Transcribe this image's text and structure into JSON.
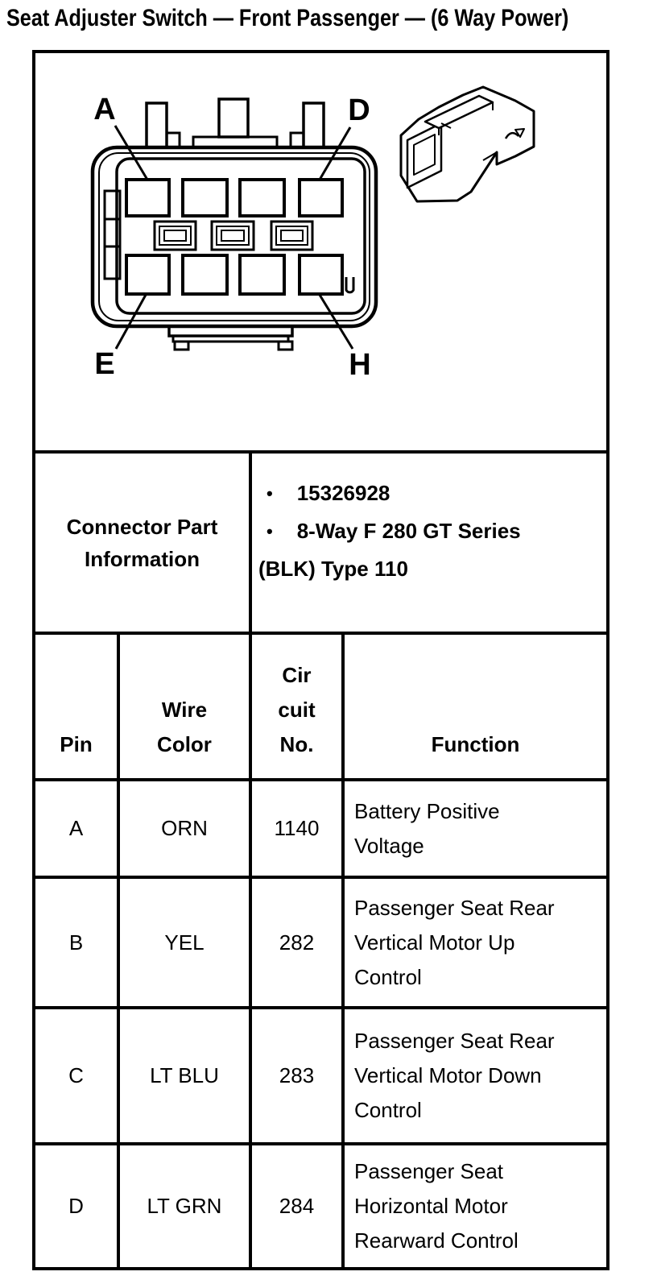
{
  "title": "Seat Adjuster Switch — Front Passenger — (6 Way Power)",
  "diagram": {
    "pin_labels": [
      "A",
      "D",
      "E",
      "H"
    ]
  },
  "part_info": {
    "label": "Connector Part\nInformation",
    "items": [
      "15326928",
      "8-Way F 280 GT Series\n(BLK) Type 110"
    ]
  },
  "pin_table": {
    "headers": {
      "pin": "Pin",
      "wire_color": "Wire\nColor",
      "circuit_no": "Cir\ncuit\nNo.",
      "function": "Function"
    },
    "rows": [
      {
        "pin": "A",
        "wire_color": "ORN",
        "circuit": "1140",
        "function": "Battery Positive\nVoltage"
      },
      {
        "pin": "B",
        "wire_color": "YEL",
        "circuit": "282",
        "function": "Passenger Seat Rear\nVertical Motor Up\nControl"
      },
      {
        "pin": "C",
        "wire_color": "LT BLU",
        "circuit": "283",
        "function": "Passenger Seat Rear\nVertical Motor Down\nControl"
      },
      {
        "pin": "D",
        "wire_color": "LT GRN",
        "circuit": "284",
        "function": "Passenger Seat\nHorizontal Motor\nRearward Control"
      }
    ]
  },
  "colors": {
    "ink": "#000000",
    "paper": "#ffffff"
  }
}
